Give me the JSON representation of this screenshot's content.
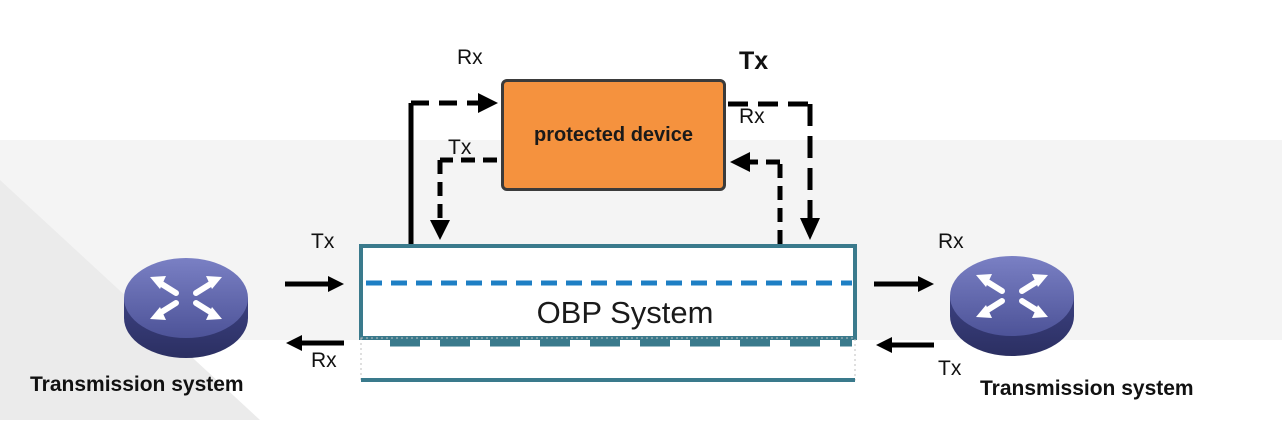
{
  "device": {
    "label": "protected device"
  },
  "obp": {
    "label": "OBP System"
  },
  "labels": {
    "rx_device_in": "Rx",
    "tx_device_out": "Tx",
    "tx_device_left": "Tx",
    "rx_device_right": "Rx",
    "tx_left_in": "Tx",
    "rx_left_out": "Rx",
    "rx_right_out": "Rx",
    "tx_right_in": "Tx"
  },
  "systems": {
    "left": "Transmission system",
    "right": "Transmission system"
  },
  "colors": {
    "device_fill": "#f5923e",
    "obp_border": "#3a7a8c",
    "blue_line": "#1e7fc4",
    "teal_line": "#3a7a8c",
    "router_body": "#5a60a8"
  },
  "icons": [
    "router-icon",
    "router-icon"
  ]
}
